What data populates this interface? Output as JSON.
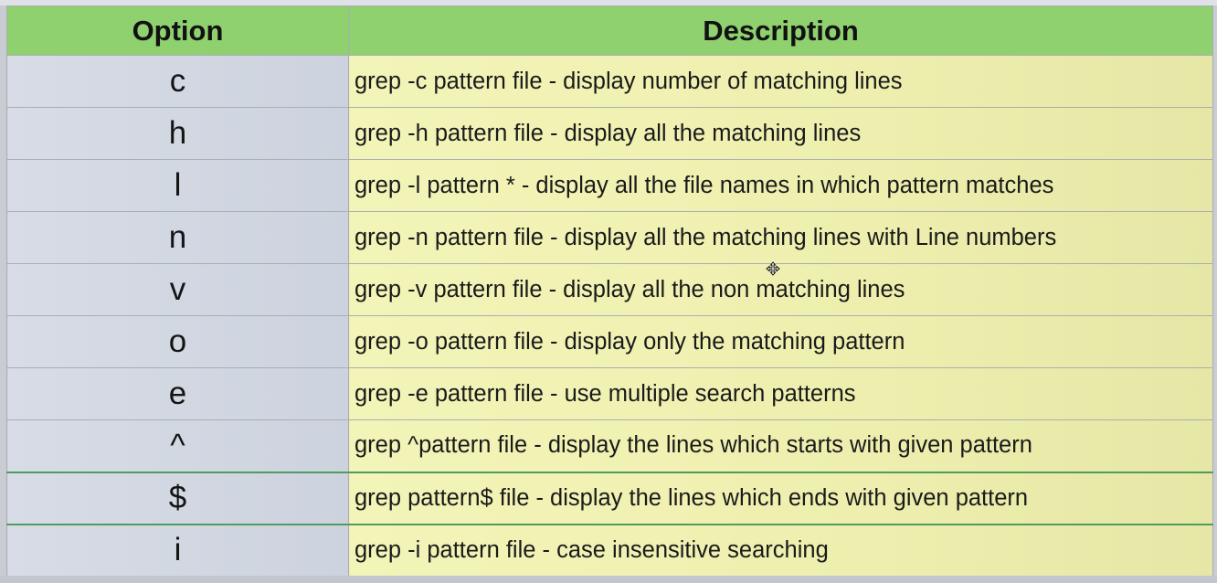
{
  "table": {
    "headers": {
      "option": "Option",
      "description": "Description"
    },
    "rows": [
      {
        "option": "c",
        "description": "grep -c pattern file - display number of matching lines"
      },
      {
        "option": "h",
        "description": "grep -h pattern file - display all the matching lines"
      },
      {
        "option": "l",
        "description": "grep -l pattern * - display all the file names in which pattern matches"
      },
      {
        "option": "n",
        "description": "grep -n pattern file - display all the matching lines with Line numbers"
      },
      {
        "option": "v",
        "description": "grep -v pattern file - display all the non matching lines"
      },
      {
        "option": "o",
        "description": "grep -o pattern file - display only the matching pattern"
      },
      {
        "option": "e",
        "description": "grep -e pattern file - use multiple search patterns"
      },
      {
        "option": "^",
        "description": "grep ^pattern file - display the lines which starts with given pattern"
      },
      {
        "option": "$",
        "description": "grep pattern$ file - display the lines which ends with given pattern"
      },
      {
        "option": "i",
        "description": "grep -i pattern file - case insensitive searching"
      }
    ]
  },
  "colors": {
    "header_bg": "#8fd06f",
    "option_bg": "#d7dce6",
    "description_bg": "#f3f4b8",
    "selection_border": "#4f9c5e"
  },
  "cursor": {
    "icon": "move-cursor-icon"
  }
}
